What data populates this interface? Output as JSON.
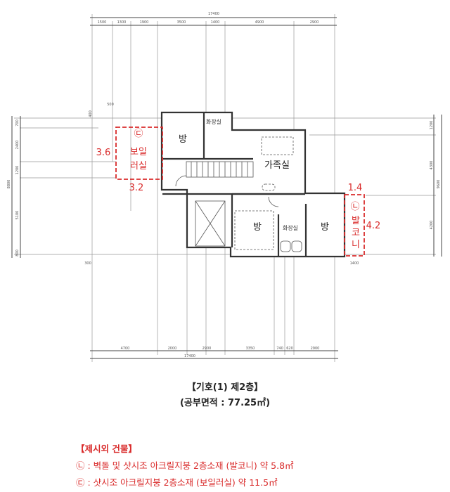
{
  "plan": {
    "top_total": "17400",
    "top_dims": [
      "1500",
      "1300",
      "1900",
      "3500",
      "1400",
      "4900",
      "2900"
    ],
    "bottom_total": "17400",
    "bottom_dims": [
      "4700",
      "2000",
      "2900",
      "3350",
      "740",
      "620",
      "2900"
    ],
    "left_total": "8800",
    "left_dims": [
      "700",
      "2400",
      "1200",
      "5100",
      "800"
    ],
    "right_total": "9600",
    "right_dims": [
      "1200",
      "4300",
      "4200"
    ],
    "small_dims": {
      "top_left_a": "500",
      "top_left_b": "400",
      "bottom_left": "300",
      "bottom_right": "1400"
    },
    "rooms": {
      "room_1": "방",
      "toilet_1": "화장실",
      "family_room": "가족실",
      "room_2": "방",
      "toilet_2": "화장실",
      "room_3": "방"
    },
    "boiler": {
      "marker": "㉢",
      "label_line1": "보일",
      "label_line2": "러실",
      "width": "3.2",
      "height": "3.6"
    },
    "balcony": {
      "marker": "㉡",
      "label": [
        "발",
        "코",
        "니"
      ],
      "width": "1.4",
      "height": "4.2"
    },
    "colors": {
      "annotation": "#d92b2b",
      "lines": "#444444"
    }
  },
  "caption": {
    "title": "【기호(1) 제2층】",
    "area": "(공부면적 : 77.25㎡)"
  },
  "legend": {
    "title": "【제시외 건물】",
    "items": [
      "㉡ : 벽돌 및 샷시조 아크릴지붕 2층소재 (발코니) 약 5.8㎡",
      "㉢ : 샷시조 아크릴지붕 2층소재 (보일러실) 약 11.5㎡"
    ]
  }
}
